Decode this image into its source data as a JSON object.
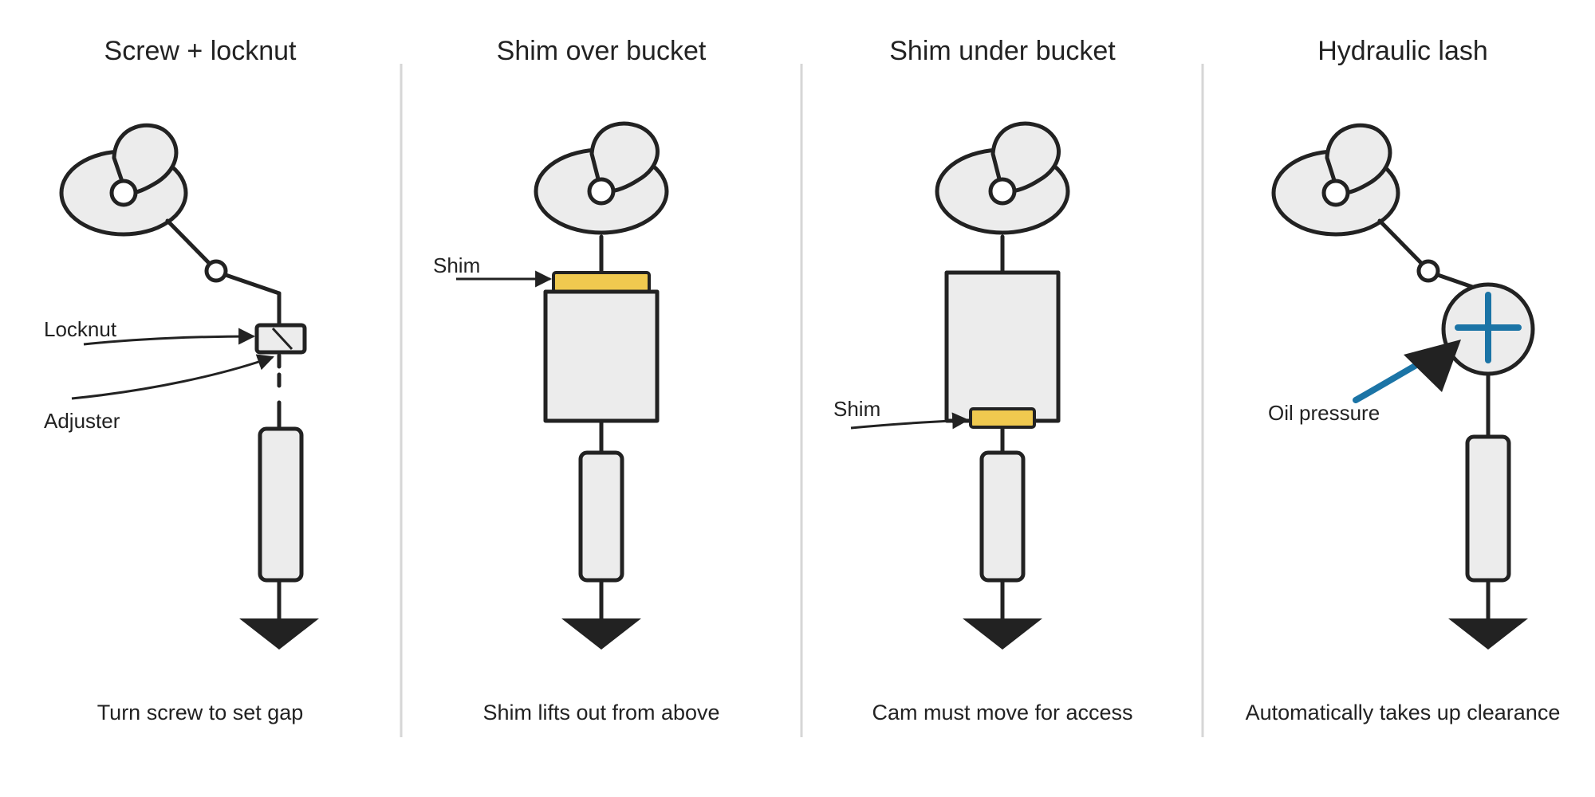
{
  "panels": [
    {
      "title": "Screw + locknut",
      "caption": "Turn screw to set gap",
      "labels": [
        "Locknut",
        "Adjuster"
      ]
    },
    {
      "title": "Shim over bucket",
      "caption": "Shim lifts out from above",
      "labels": [
        "Shim"
      ]
    },
    {
      "title": "Shim under bucket",
      "caption": "Cam must move for access",
      "labels": [
        "Shim"
      ]
    },
    {
      "title": "Hydraulic lash",
      "caption": "Automatically takes up clearance",
      "labels": [
        "Oil pressure"
      ]
    }
  ],
  "colors": {
    "part_fill": "#ececec",
    "outline": "#222222",
    "shim": "#f0c94f",
    "oil_pressure": "#1b74a6",
    "separator": "#d6d6d6"
  }
}
